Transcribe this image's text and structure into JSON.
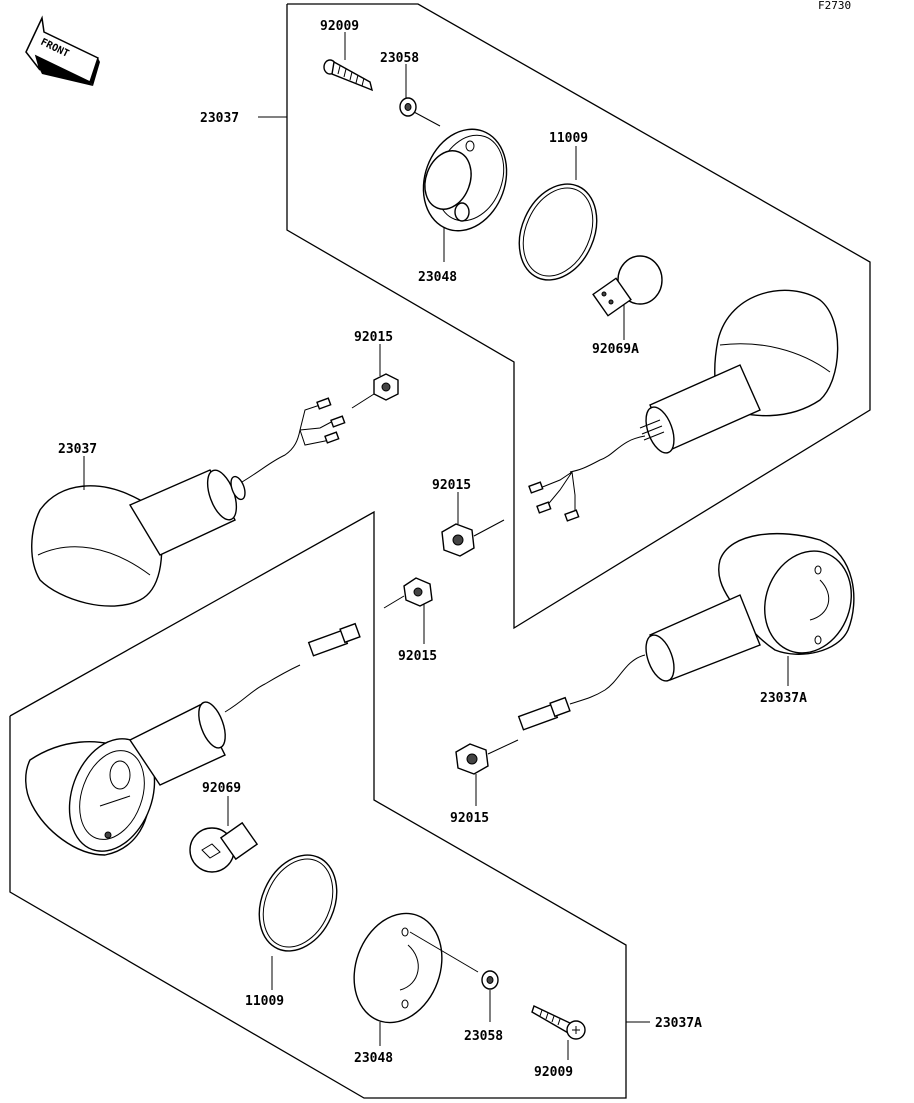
{
  "diagram": {
    "ref_code": "F2730",
    "front_label": "FRONT",
    "callouts": [
      {
        "id": "c-92009-top",
        "text": "92009"
      },
      {
        "id": "c-23058-top",
        "text": "23058"
      },
      {
        "id": "c-23037-top",
        "text": "23037"
      },
      {
        "id": "c-11009-top",
        "text": "11009"
      },
      {
        "id": "c-23048-top",
        "text": "23048"
      },
      {
        "id": "c-92069a",
        "text": "92069A"
      },
      {
        "id": "c-92015-a",
        "text": "92015"
      },
      {
        "id": "c-23037-left",
        "text": "23037"
      },
      {
        "id": "c-92015-b",
        "text": "92015"
      },
      {
        "id": "c-92015-c",
        "text": "92015"
      },
      {
        "id": "c-23037a-right",
        "text": "23037A"
      },
      {
        "id": "c-92069",
        "text": "92069"
      },
      {
        "id": "c-92015-d",
        "text": "92015"
      },
      {
        "id": "c-11009-bottom",
        "text": "11009"
      },
      {
        "id": "c-23048-bottom",
        "text": "23048"
      },
      {
        "id": "c-23058-bottom",
        "text": "23058"
      },
      {
        "id": "c-23037a-bottom",
        "text": "23037A"
      },
      {
        "id": "c-92009-bottom",
        "text": "92009"
      }
    ]
  }
}
